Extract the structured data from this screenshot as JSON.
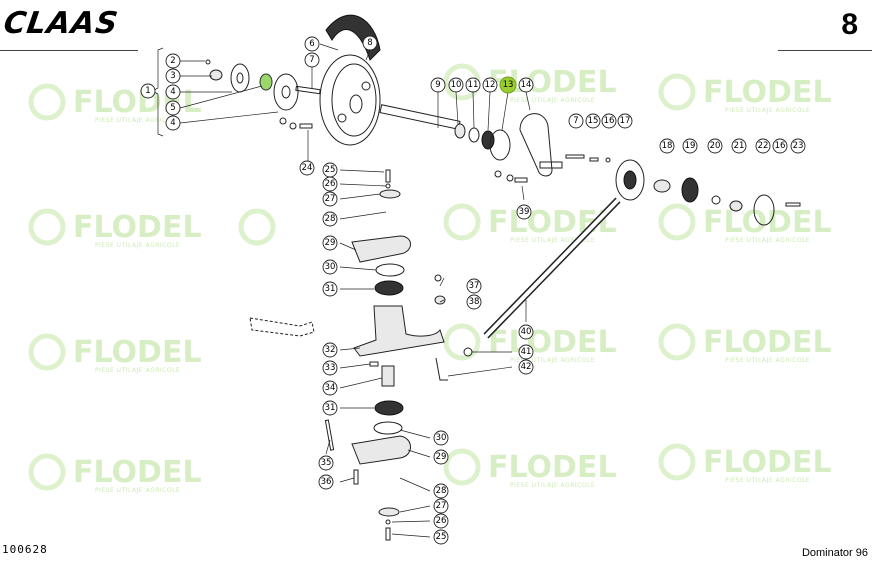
{
  "header": {
    "brand": "CLAAS",
    "page_number": "8"
  },
  "footer": {
    "document_code": "100628",
    "model": "Dominator 96"
  },
  "watermark": {
    "text": "FLODEL",
    "subtext": "PIESE UTILAJE AGRICOLE",
    "color": "#8fd15a"
  },
  "highlight": {
    "part": "13",
    "color": "#9acd32"
  },
  "callouts": [
    "1",
    "2",
    "3",
    "4",
    "5",
    "4",
    "6",
    "7",
    "8",
    "24",
    "9",
    "10",
    "11",
    "12",
    "13",
    "14",
    "7",
    "15",
    "16",
    "17",
    "18",
    "19",
    "20",
    "21",
    "22",
    "16",
    "23",
    "25",
    "26",
    "27",
    "28",
    "29",
    "30",
    "31",
    "39",
    "37",
    "38",
    "40",
    "32",
    "41",
    "42",
    "33",
    "34",
    "31",
    "30",
    "29",
    "35",
    "36",
    "28",
    "27",
    "26",
    "25"
  ]
}
